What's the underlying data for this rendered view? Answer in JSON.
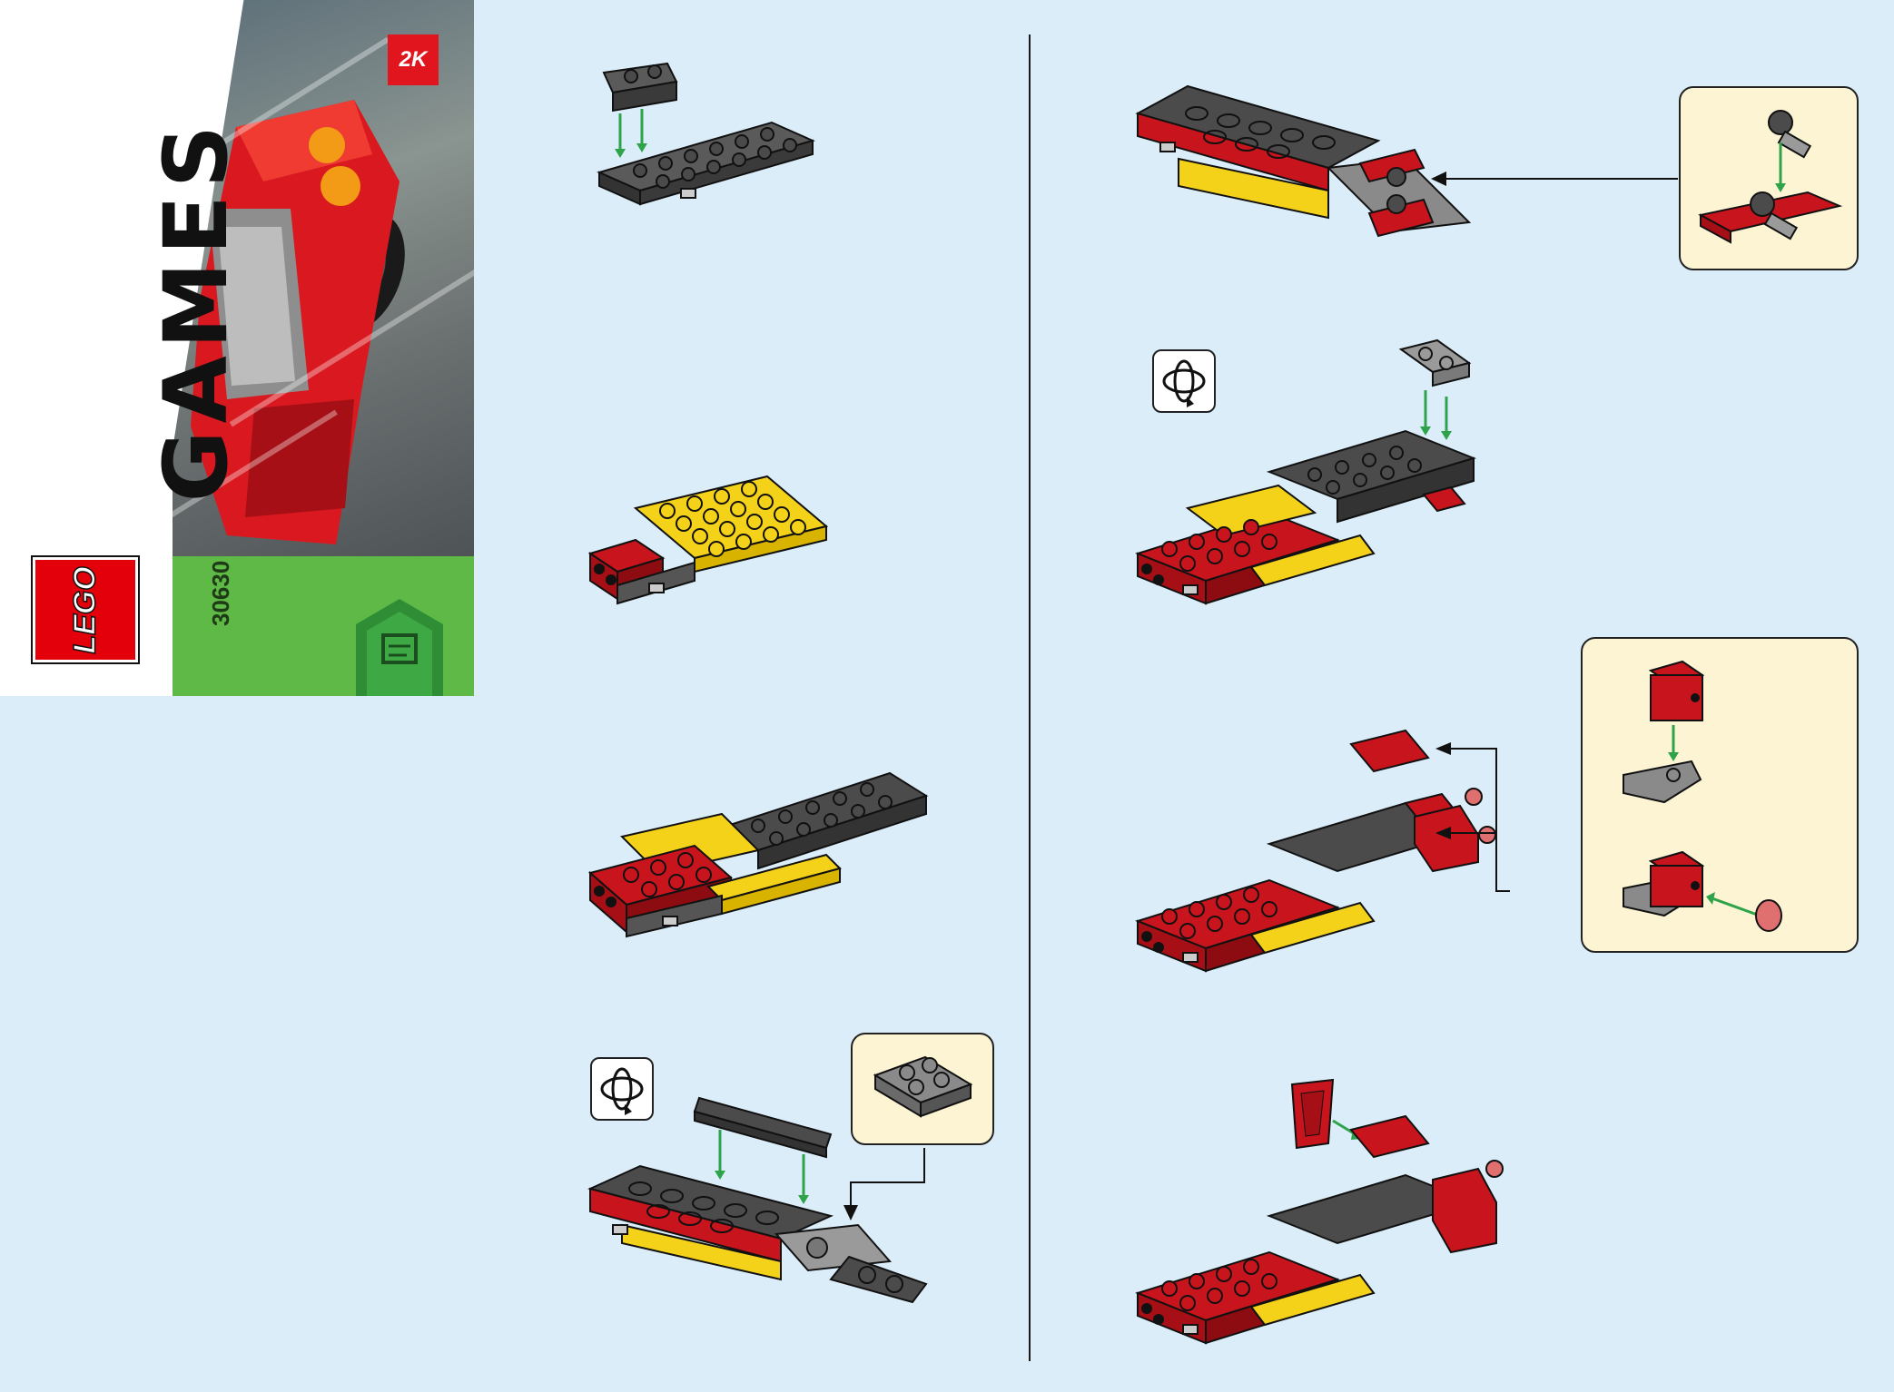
{
  "cover": {
    "brand_lettering": "GAMES",
    "logo_text": "LEGO",
    "partner_badge": "2K",
    "set_number": "30630",
    "product": "red race car (cover image)",
    "age_badge_icon": "age-badge-icon"
  },
  "steps": [
    {
      "id": 1,
      "column": "left",
      "icon": "step-1-plates"
    },
    {
      "id": 2,
      "column": "left",
      "icon": "step-2-yellow-plate"
    },
    {
      "id": 3,
      "column": "left",
      "icon": "step-3-chassis"
    },
    {
      "id": 4,
      "column": "left",
      "icon": "step-4-underside",
      "rotate_icon": true,
      "callout": "gray-2x2-plate"
    },
    {
      "id": 5,
      "column": "right",
      "icon": "step-5-front-axle",
      "callout": "pin-on-red-plate"
    },
    {
      "id": 6,
      "column": "right",
      "icon": "step-6-rear-plate",
      "rotate_icon": true
    },
    {
      "id": 7,
      "column": "right",
      "icon": "step-7-wheels",
      "callout": "red-brick-and-pin"
    },
    {
      "id": 8,
      "column": "right",
      "icon": "step-8-red-slope"
    }
  ],
  "colors": {
    "background": "#dbedf9",
    "brick_red": "#c8141c",
    "brick_yellow": "#f5d21a",
    "brick_dark": "#4b4b4b",
    "brick_gray": "#9a9a9a",
    "arrow_green": "#2fa34a",
    "callout_bg": "#fdf4d4",
    "cover_green": "#5fb946"
  }
}
